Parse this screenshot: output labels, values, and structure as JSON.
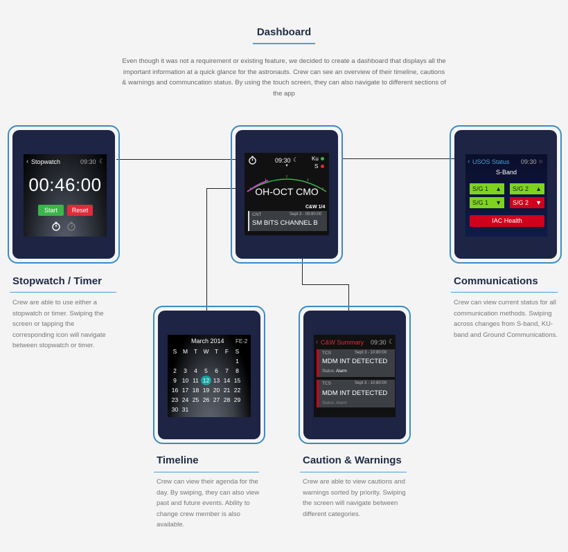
{
  "header": {
    "title": "Dashboard",
    "description": "Even though it was not a requirement or existing feature, we decided to create a dashboard that displays all the important information at a quick glance for the astronauts. Crew can see an overview of their timeline, cautions & warnings and communcation status. By using the touch screen, they can also navigate to different sections of the app"
  },
  "stopwatch": {
    "back_label": "Stopwatch",
    "time": "09:30",
    "display": "00:46:00",
    "start_label": "Start",
    "reset_label": "Reset",
    "section_title": "Stopwatch / Timer",
    "section_text": "Crew are able to use either a stopwatch or timer. Swiping the screen or tapping the corresponding icon will navigate between stopwatch or timer."
  },
  "dashboard": {
    "time": "09:30",
    "ku_label": "Ku",
    "s_label": "S",
    "mission": "OH-OCT CMO",
    "cw_counter": "C&W 1/4",
    "event_tag": "CNT",
    "event_date": "Sept 3 - 09:80:00",
    "event_title": "SM BITS CHANNEL B"
  },
  "comms": {
    "back_label": "USOS Status",
    "time": "09:30",
    "band": "S-Band",
    "sg1_up": "S/G 1",
    "sg2_up": "S/G 2",
    "sg1_down": "S/G 1",
    "sg2_down": "S/G 2",
    "iac": "IAC Health",
    "section_title": "Communications",
    "section_text": "Crew can view current status for all communication methods. Swiping across changes from S-band, KU-band and Ground Communications."
  },
  "timeline": {
    "month": "March 2014",
    "crew": "FE-2",
    "weekdays": [
      "S",
      "M",
      "T",
      "W",
      "T",
      "F",
      "S"
    ],
    "rows": [
      [
        "",
        "",
        "",
        "",
        "",
        "",
        "1"
      ],
      [
        "2",
        "3",
        "4",
        "5",
        "6",
        "7",
        "8"
      ],
      [
        "9",
        "10",
        "11",
        "12",
        "13",
        "14",
        "15"
      ],
      [
        "16",
        "17",
        "18",
        "19",
        "20",
        "21",
        "22"
      ],
      [
        "23",
        "24",
        "25",
        "26",
        "27",
        "28",
        "29"
      ],
      [
        "30",
        "31",
        "",
        "",
        "",
        "",
        ""
      ]
    ],
    "selected_day": "12",
    "section_title": "Timeline",
    "section_text": "Crew can view their agenda for the day. By swiping, they can also view past and future events. Ability to change crew member is also available."
  },
  "cw": {
    "back_label": "C&W Summary",
    "time": "09:30",
    "items": [
      {
        "tag": "TCS",
        "date": "Sept 3 - 10:80:00",
        "title": "MDM INT DETECTED",
        "status": "Status:",
        "status_value": "Alarm"
      },
      {
        "tag": "TCS",
        "date": "Sept 3 - 10:80:00",
        "title": "MDM INT DETECTED",
        "status": "Status:",
        "status_value": "Alarm"
      }
    ],
    "section_title": "Caution & Warnings",
    "section_text": "Crew are able to view cautions and warnings sorted by priority. Swiping the screen will navigate between different categories."
  },
  "colors": {
    "accent": "#4a9fd8",
    "green": "#7ed321",
    "red": "#d0021b",
    "teal": "#17a2a0"
  }
}
